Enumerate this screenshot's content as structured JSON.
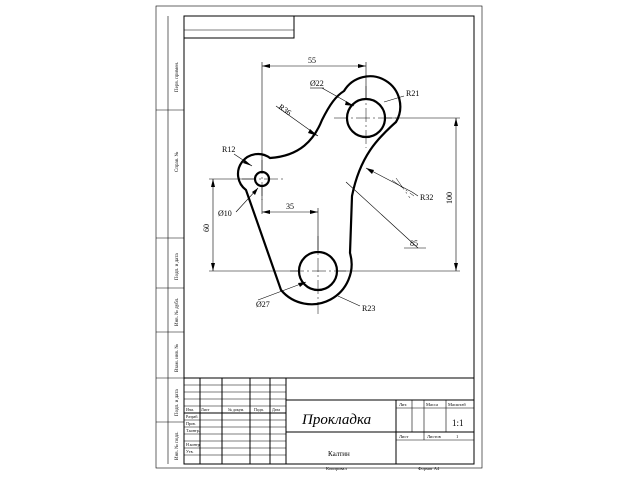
{
  "title_block": {
    "part_name": "Прокладка",
    "student": "Калтин",
    "scale": "1:1",
    "col_lit": "Лит.",
    "col_mass": "Масса",
    "col_scale": "Масштаб",
    "col_sheet": "Лист",
    "col_sheets": "Листов",
    "sheets_count": "1",
    "copied": "Копировал",
    "format": "Формат А4",
    "rows": {
      "change": "Изм.",
      "sheet": "Лист",
      "doc_no": "№ докум.",
      "sign": "Подп.",
      "date": "Дата",
      "developed": "Разраб.",
      "checked": "Пров.",
      "tech_control": "Т.контр.",
      "norm_control": "Н.контр.",
      "approved": "Утв."
    }
  },
  "side_stamps": [
    "Перв. примен.",
    "Справ. №",
    "Подп. и дата",
    "Инв. № дубл.",
    "Взам. инв. №",
    "Подп. и дата",
    "Инв. № подл."
  ],
  "dimensions": {
    "horizontal_top": "55",
    "hole_top": "Ø22",
    "radius_top": "R21",
    "radius_arc": "R36",
    "radius_left": "R12",
    "vertical_right": "100",
    "radius_right": "R32",
    "hole_left": "Ø10",
    "vertical_left": "60",
    "horizontal_mid": "35",
    "slope": "85",
    "hole_bottom": "Ø27",
    "radius_bottom": "R23"
  }
}
